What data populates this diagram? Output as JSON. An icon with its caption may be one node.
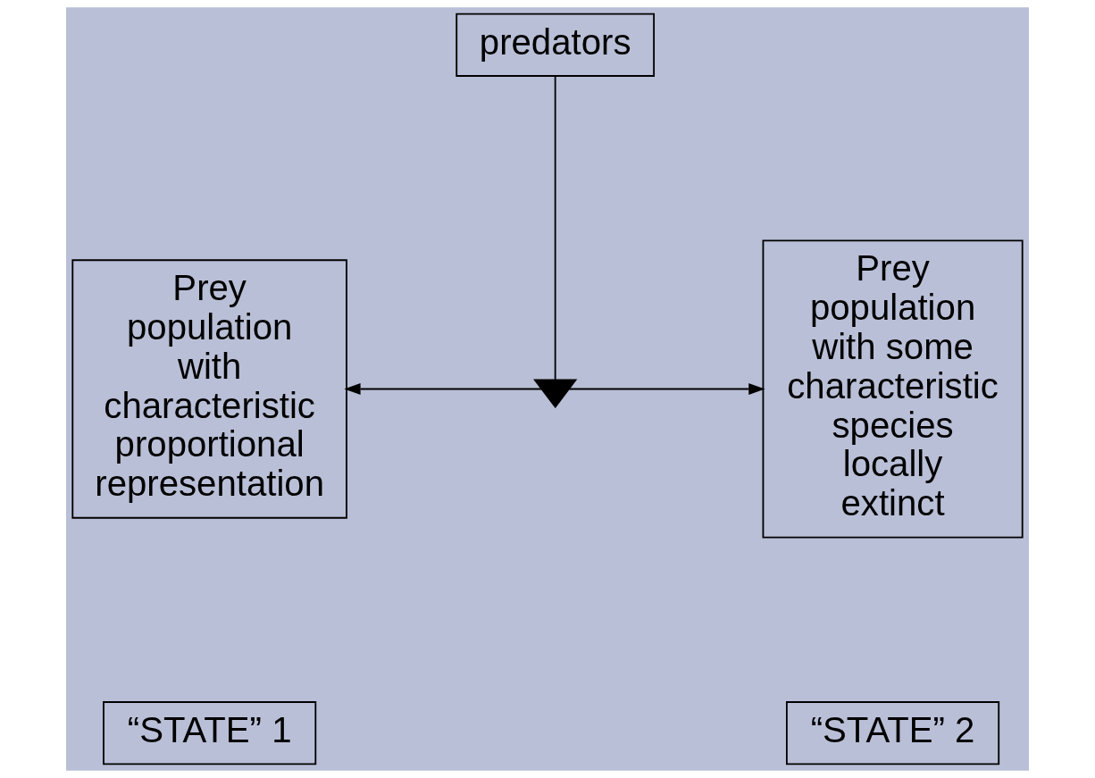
{
  "diagram": {
    "nodes": [
      {
        "text": [
          "predators"
        ]
      },
      {
        "text": [
          "Prey population with characteristic proportional representation"
        ]
      },
      {
        "text": [],
        "shape": "valve"
      },
      {
        "text": [
          "Prey population with some characteristic species locally extinct"
        ]
      },
      {
        "text": [
          "“STATE” 1"
        ]
      },
      {
        "text": [
          "“STATE” 2"
        ]
      }
    ],
    "edges": [
      {
        "from": 0,
        "to": 2,
        "arrow": "none"
      },
      {
        "from": 2,
        "to": 1,
        "arrow": "to"
      },
      {
        "from": 2,
        "to": 3,
        "arrow": "to"
      }
    ]
  }
}
